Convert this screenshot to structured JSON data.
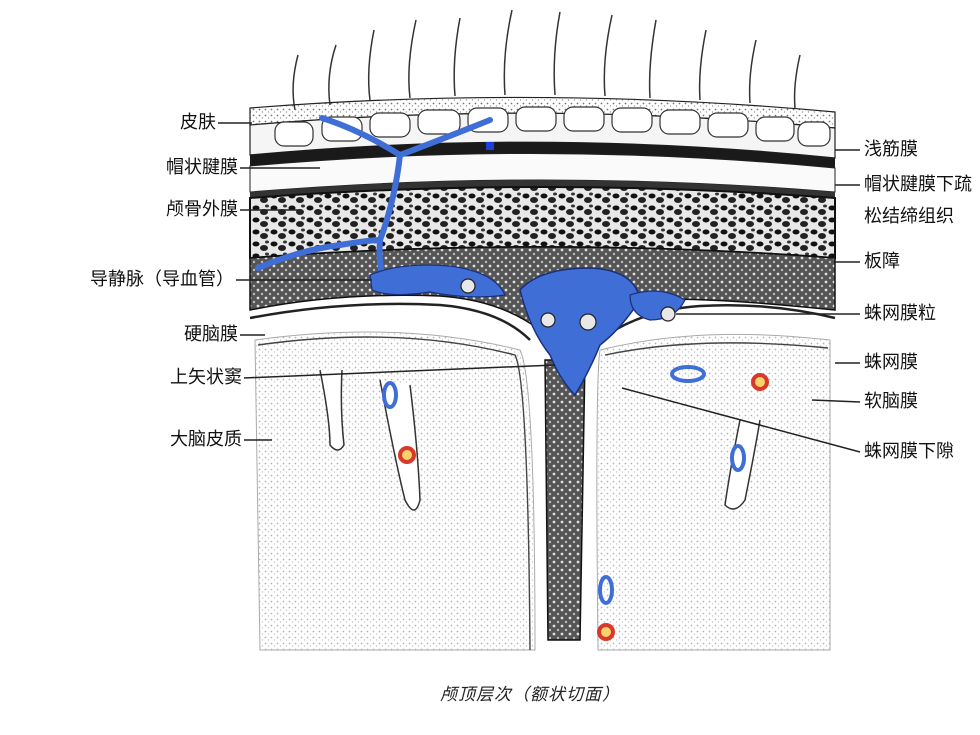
{
  "labels_left": [
    {
      "id": "skin",
      "text": "皮肤"
    },
    {
      "id": "galea",
      "text": "帽状腱膜"
    },
    {
      "id": "pericranium",
      "text": "颅骨外膜"
    },
    {
      "id": "emissary",
      "text": "导静脉（导血管）"
    },
    {
      "id": "dura",
      "text": "硬脑膜"
    },
    {
      "id": "sss",
      "text": "上矢状窦"
    },
    {
      "id": "cortex",
      "text": "大脑皮质"
    }
  ],
  "labels_right": [
    {
      "id": "superficial-fascia",
      "text": "浅筋膜"
    },
    {
      "id": "subgaleal",
      "text": "帽状腱膜下疏"
    },
    {
      "id": "subgaleal2",
      "text": "松结缔组织"
    },
    {
      "id": "diploe",
      "text": "板障"
    },
    {
      "id": "arachnoid-granulation",
      "text": "蛛网膜粒"
    },
    {
      "id": "arachnoid",
      "text": "蛛网膜"
    },
    {
      "id": "pia",
      "text": "软脑膜"
    },
    {
      "id": "subarachnoid",
      "text": "蛛网膜下隙"
    }
  ],
  "caption": "颅顶层次（额状切面）",
  "colors": {
    "vein": "#3f6fd6",
    "artery": "#d9382b",
    "line": "#222222",
    "bone": "#1a1a1a",
    "tissue": "#f2f2f2"
  }
}
